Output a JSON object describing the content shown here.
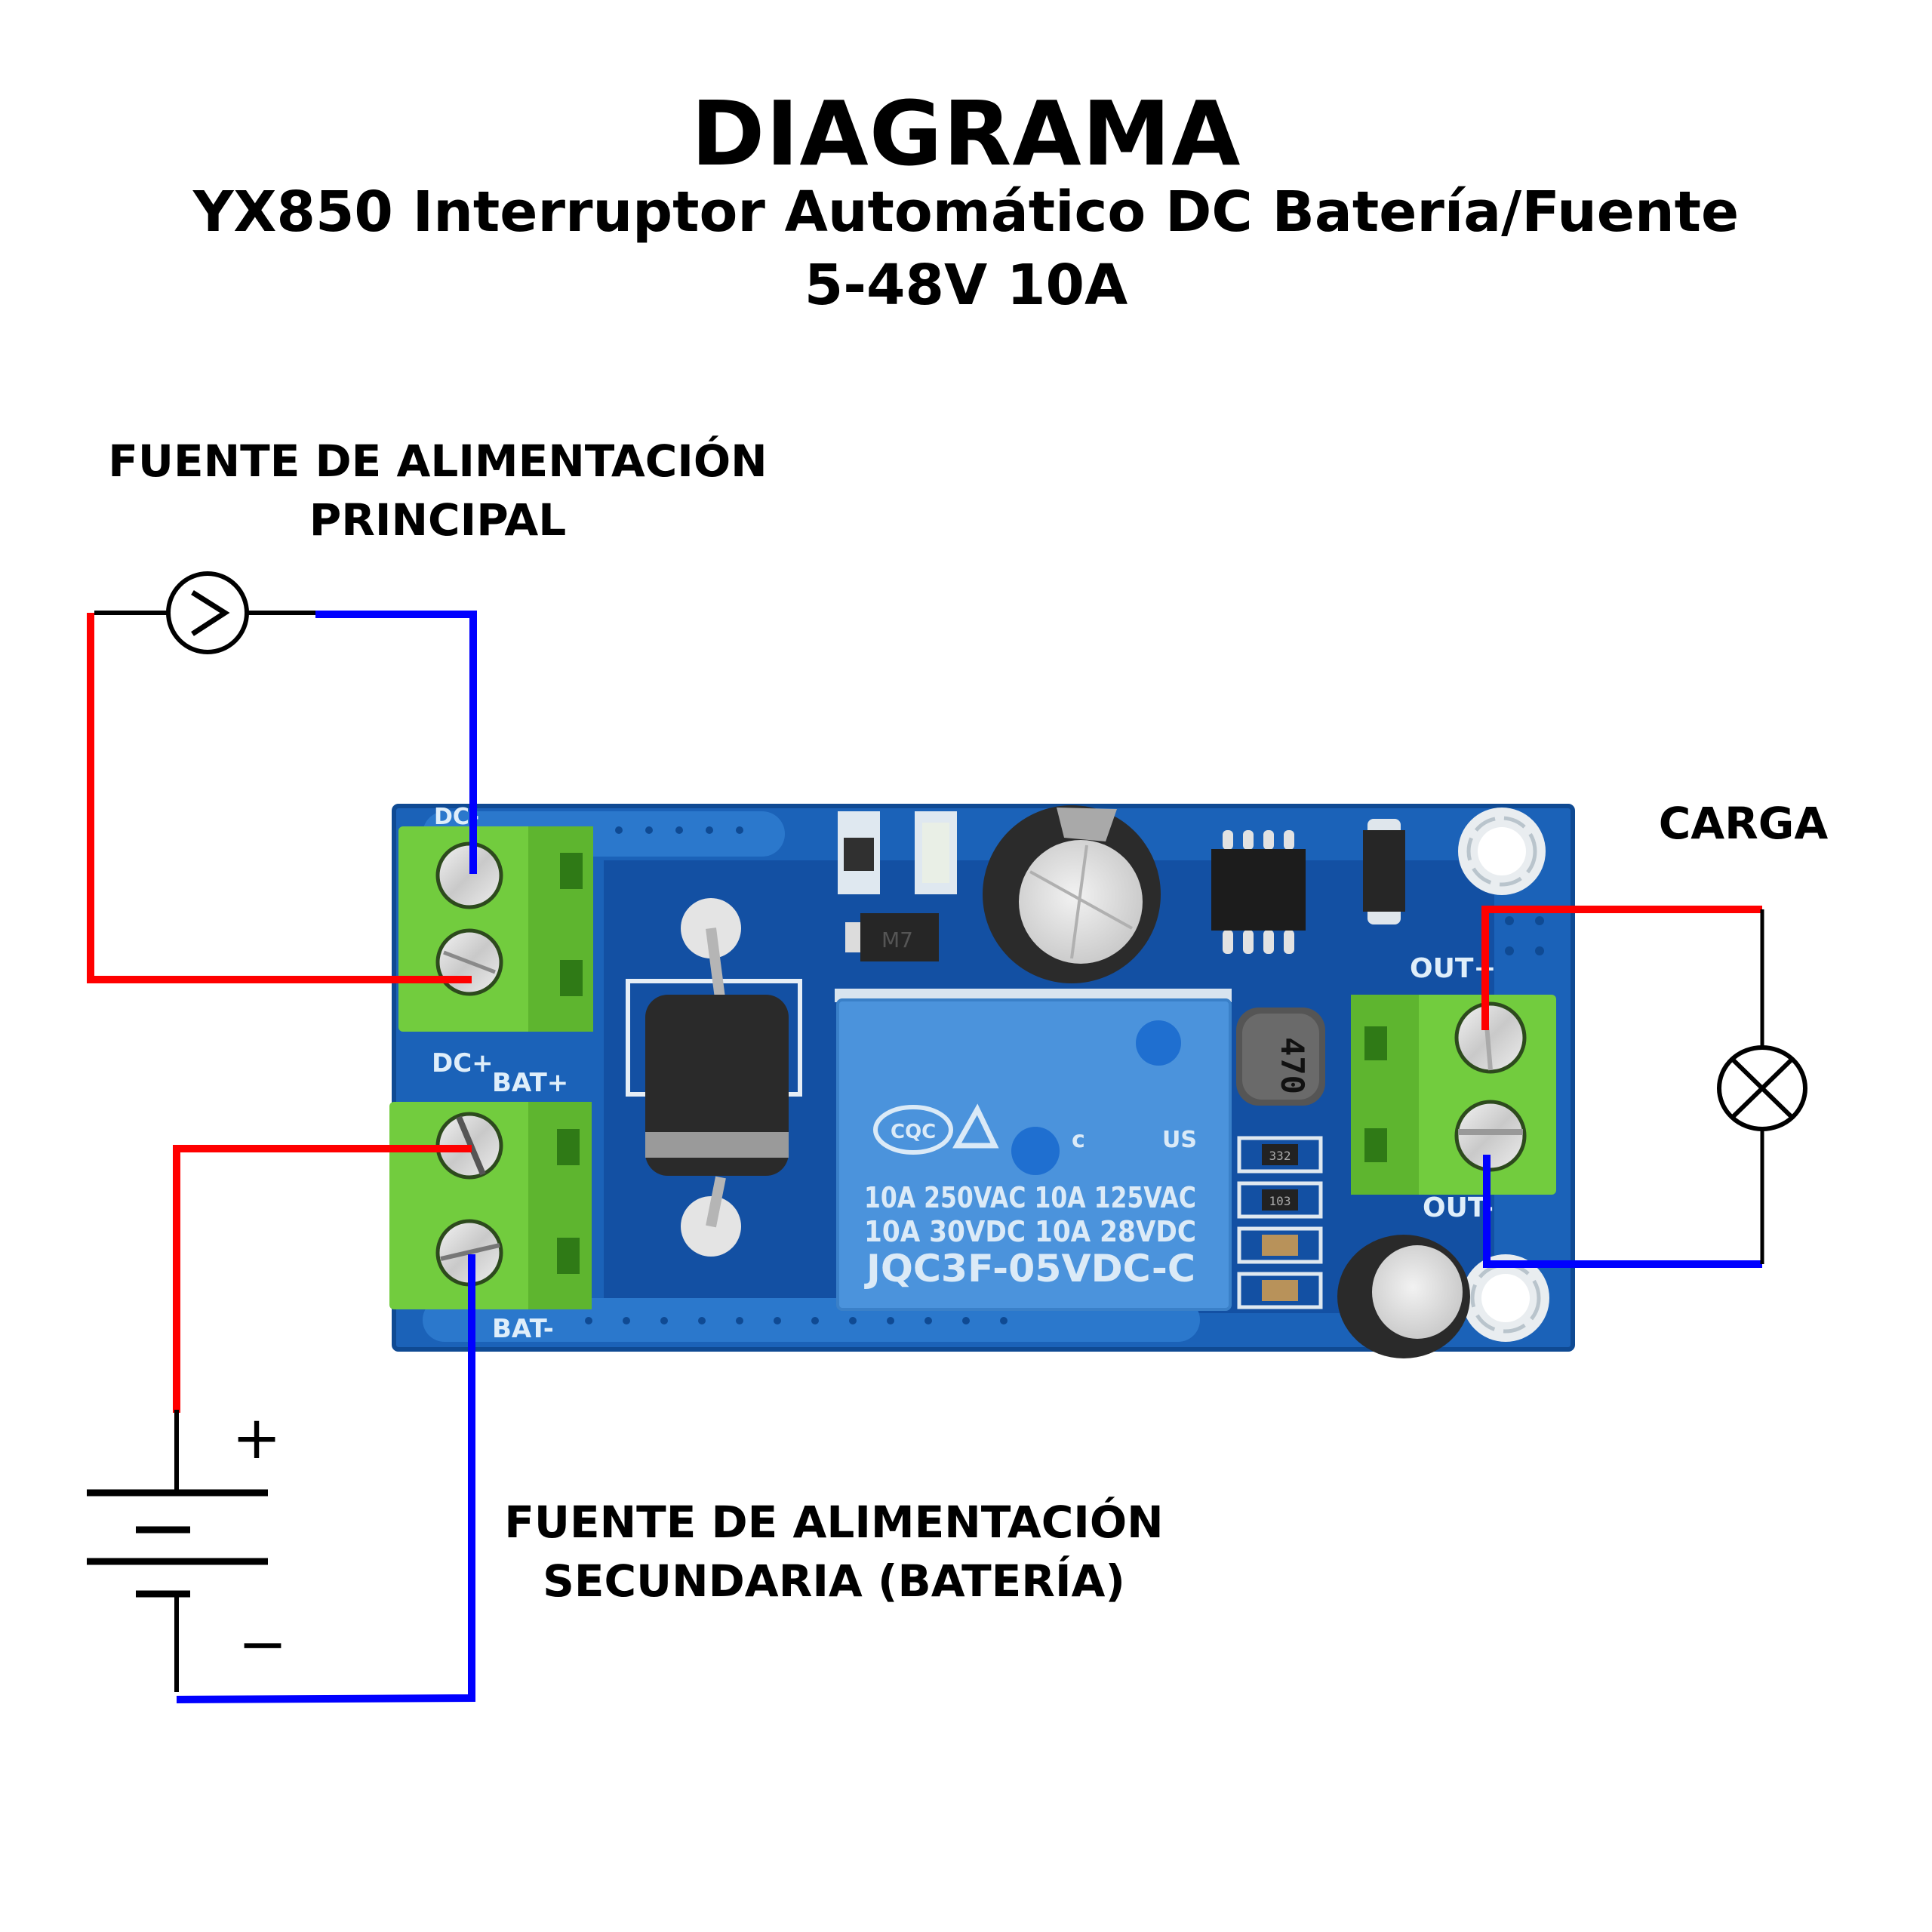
{
  "header": {
    "title": "DIAGRAMA",
    "subtitle_line1": "YX850 Interruptor Automático DC Batería/Fuente",
    "subtitle_line2": "5-48V 10A"
  },
  "labels": {
    "primary_source": [
      "FUENTE DE ALIMENTACIÓN",
      "PRINCIPAL"
    ],
    "secondary_source": [
      "FUENTE DE ALIMENTACIÓN",
      "SECUNDARIA (BATERÍA)"
    ],
    "load": "CARGA"
  },
  "board": {
    "terminal_labels": {
      "dc_minus": "DC-",
      "dc_plus": "DC+",
      "bat_plus": "BAT+",
      "bat_minus": "BAT-",
      "out_plus": "OUT+",
      "out_minus": "OUT-"
    },
    "relay": {
      "logo": "CQC",
      "mark_c": "c",
      "mark_us": "US",
      "rating_line1": "10A 250VAC  10A 125VAC",
      "rating_line2": "10A  30VDC  10A  28VDC",
      "model": "JQC3F-05VDC-C"
    },
    "inductor_marking": "470",
    "diode_smd_marking": "M7",
    "resistor_markings": [
      "332",
      "103"
    ]
  },
  "symbols": {
    "primary_source": "voltage-source-icon",
    "battery_plus": "+",
    "battery_minus": "−",
    "load": "lamp-icon"
  },
  "colors": {
    "positive_wire": "#ff0000",
    "negative_wire": "#0000ff",
    "symbol_wire": "#000000",
    "pcb": "#1a5fb4",
    "terminal_block": "#6cc83c",
    "relay": "#4a90d9"
  }
}
